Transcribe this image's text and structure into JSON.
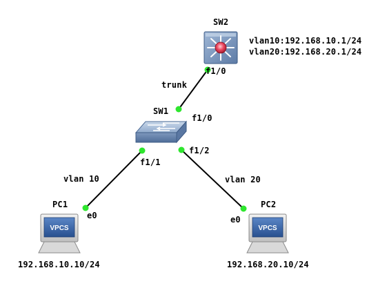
{
  "colors": {
    "link": "#000000",
    "port_dot": "#2ee62e",
    "device_body": "#6f8fb8",
    "device_top": "#a9c0dd",
    "router_core": "#e0304a",
    "pc_screen_badge": "#3a66a8"
  },
  "devices": {
    "sw2": {
      "name": "SW2",
      "icon": "multilayer-switch-icon",
      "vlan10": "vlan10:192.168.10.1/24",
      "vlan20": "vlan20:192.168.20.1/24"
    },
    "sw1": {
      "name": "SW1",
      "icon": "switch-icon"
    },
    "pc1": {
      "name": "PC1",
      "icon": "vpcs-icon",
      "badge": "VPCS",
      "ip": "192.168.10.10/24"
    },
    "pc2": {
      "name": "PC2",
      "icon": "vpcs-icon",
      "badge": "VPCS",
      "ip": "192.168.20.10/24"
    }
  },
  "ports": {
    "sw2_f10": "f1/0",
    "sw1_f10": "f1/0",
    "sw1_f11": "f1/1",
    "sw1_f12": "f1/2",
    "pc1_e0": "e0",
    "pc2_e0": "e0"
  },
  "links": {
    "trunk": "trunk",
    "vlan10": "vlan 10",
    "vlan20": "vlan 20"
  }
}
